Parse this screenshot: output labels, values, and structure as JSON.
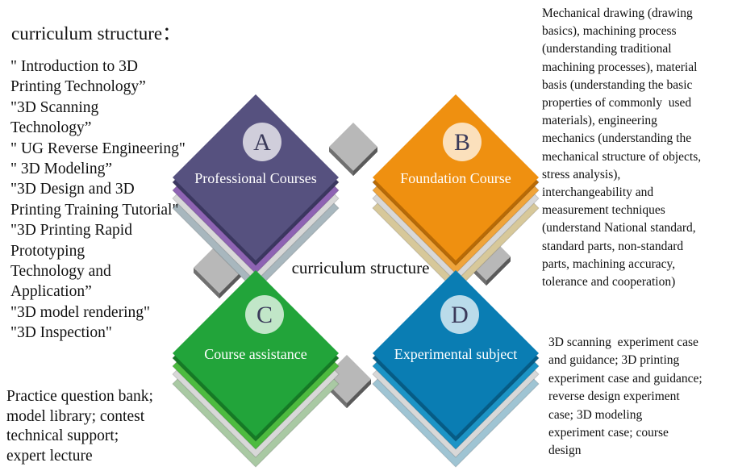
{
  "heading": "curriculum structure：",
  "center_label": "curriculum  structure",
  "quadrants": [
    {
      "letter": "A",
      "label": "Professional Courses",
      "colors": {
        "top": "#56517f",
        "edge": "#3b3760",
        "layer2": "#8e63b3",
        "layer3": "#a8b7be"
      }
    },
    {
      "letter": "B",
      "label": "Foundation Course",
      "colors": {
        "top": "#ef9010",
        "edge": "#b86a06",
        "layer2": "#f0a43a",
        "layer3": "#d7c89a"
      }
    },
    {
      "letter": "C",
      "label": "Course assistance",
      "colors": {
        "top": "#22a43a",
        "edge": "#157a26",
        "layer2": "#4dbb3f",
        "layer3": "#a9c9a3"
      }
    },
    {
      "letter": "D",
      "label": "Experimental subject",
      "colors": {
        "top": "#0a7db3",
        "edge": "#065c86",
        "layer2": "#1c94c6",
        "layer3": "#9fc4d3"
      }
    }
  ],
  "connector_colors": {
    "top": "#b8b8b8",
    "side": "#707070",
    "base": "#1e1e1e"
  },
  "list_a": [
    "\" Introduction to 3D",
    "Printing Technology”",
    "\"3D Scanning",
    "Technology”",
    "\" UG Reverse Engineering\"",
    "\" 3D Modeling”",
    "\"3D Design and 3D",
    "Printing Training Tutorial\"",
    "\"3D Printing Rapid",
    "Prototyping",
    "Technology and",
    "Application”",
    "\"3D model rendering\"",
    "\"3D Inspection\""
  ],
  "list_b": [
    "Mechanical drawing (drawing",
    "basics), machining process",
    "(understanding traditional",
    "machining processes), material",
    "basis (understanding the basic",
    "properties of commonly  used",
    "materials), engineering",
    "mechanics (understanding the",
    "mechanical structure of objects,",
    "stress analysis),",
    "interchangeability and",
    "measurement techniques",
    "(understand National standard,",
    "standard parts, non-standard",
    "parts, machining accuracy,",
    "tolerance and cooperation)"
  ],
  "list_c": [
    "Practice question bank;",
    "model library; contest",
    "technical support;",
    "expert lecture"
  ],
  "list_d": [
    "3D scanning  experiment case",
    "and guidance; 3D printing",
    "experiment case and guidance;",
    "reverse design experiment",
    "case; 3D modeling",
    "experiment case; course",
    "design"
  ]
}
